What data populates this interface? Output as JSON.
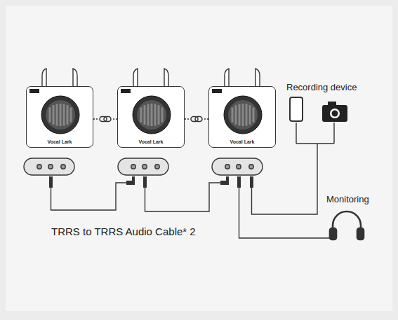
{
  "diagram": {
    "nodes": [
      {
        "text": [
          "Vocal Lark"
        ]
      },
      {
        "text": [
          "Vocal Lark"
        ]
      },
      {
        "text": [
          "Vocal Lark"
        ]
      }
    ],
    "edges": [
      {
        "from": 0,
        "to": 1,
        "arrow": "none"
      },
      {
        "from": 1,
        "to": 2,
        "arrow": "none"
      }
    ],
    "labels": [
      "Recording device",
      "Monitoring",
      "TRRS to TRRS Audio Cable* 2"
    ]
  }
}
